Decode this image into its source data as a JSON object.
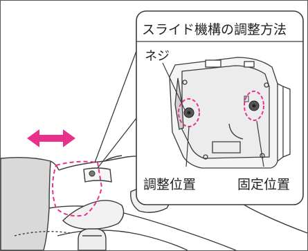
{
  "inset": {
    "title": "スライド機構の調整方法",
    "labels": {
      "screw": "ネジ",
      "adjust_position": "調整位置",
      "fixed_position": "固定位置"
    }
  },
  "colors": {
    "highlight": "#e8318a",
    "arrow": "#e8318a",
    "line_art": "#3a3a3a",
    "shading": "#d9d9d9",
    "dark_fill": "#555555"
  },
  "icons": [
    "double-arrow-icon"
  ]
}
